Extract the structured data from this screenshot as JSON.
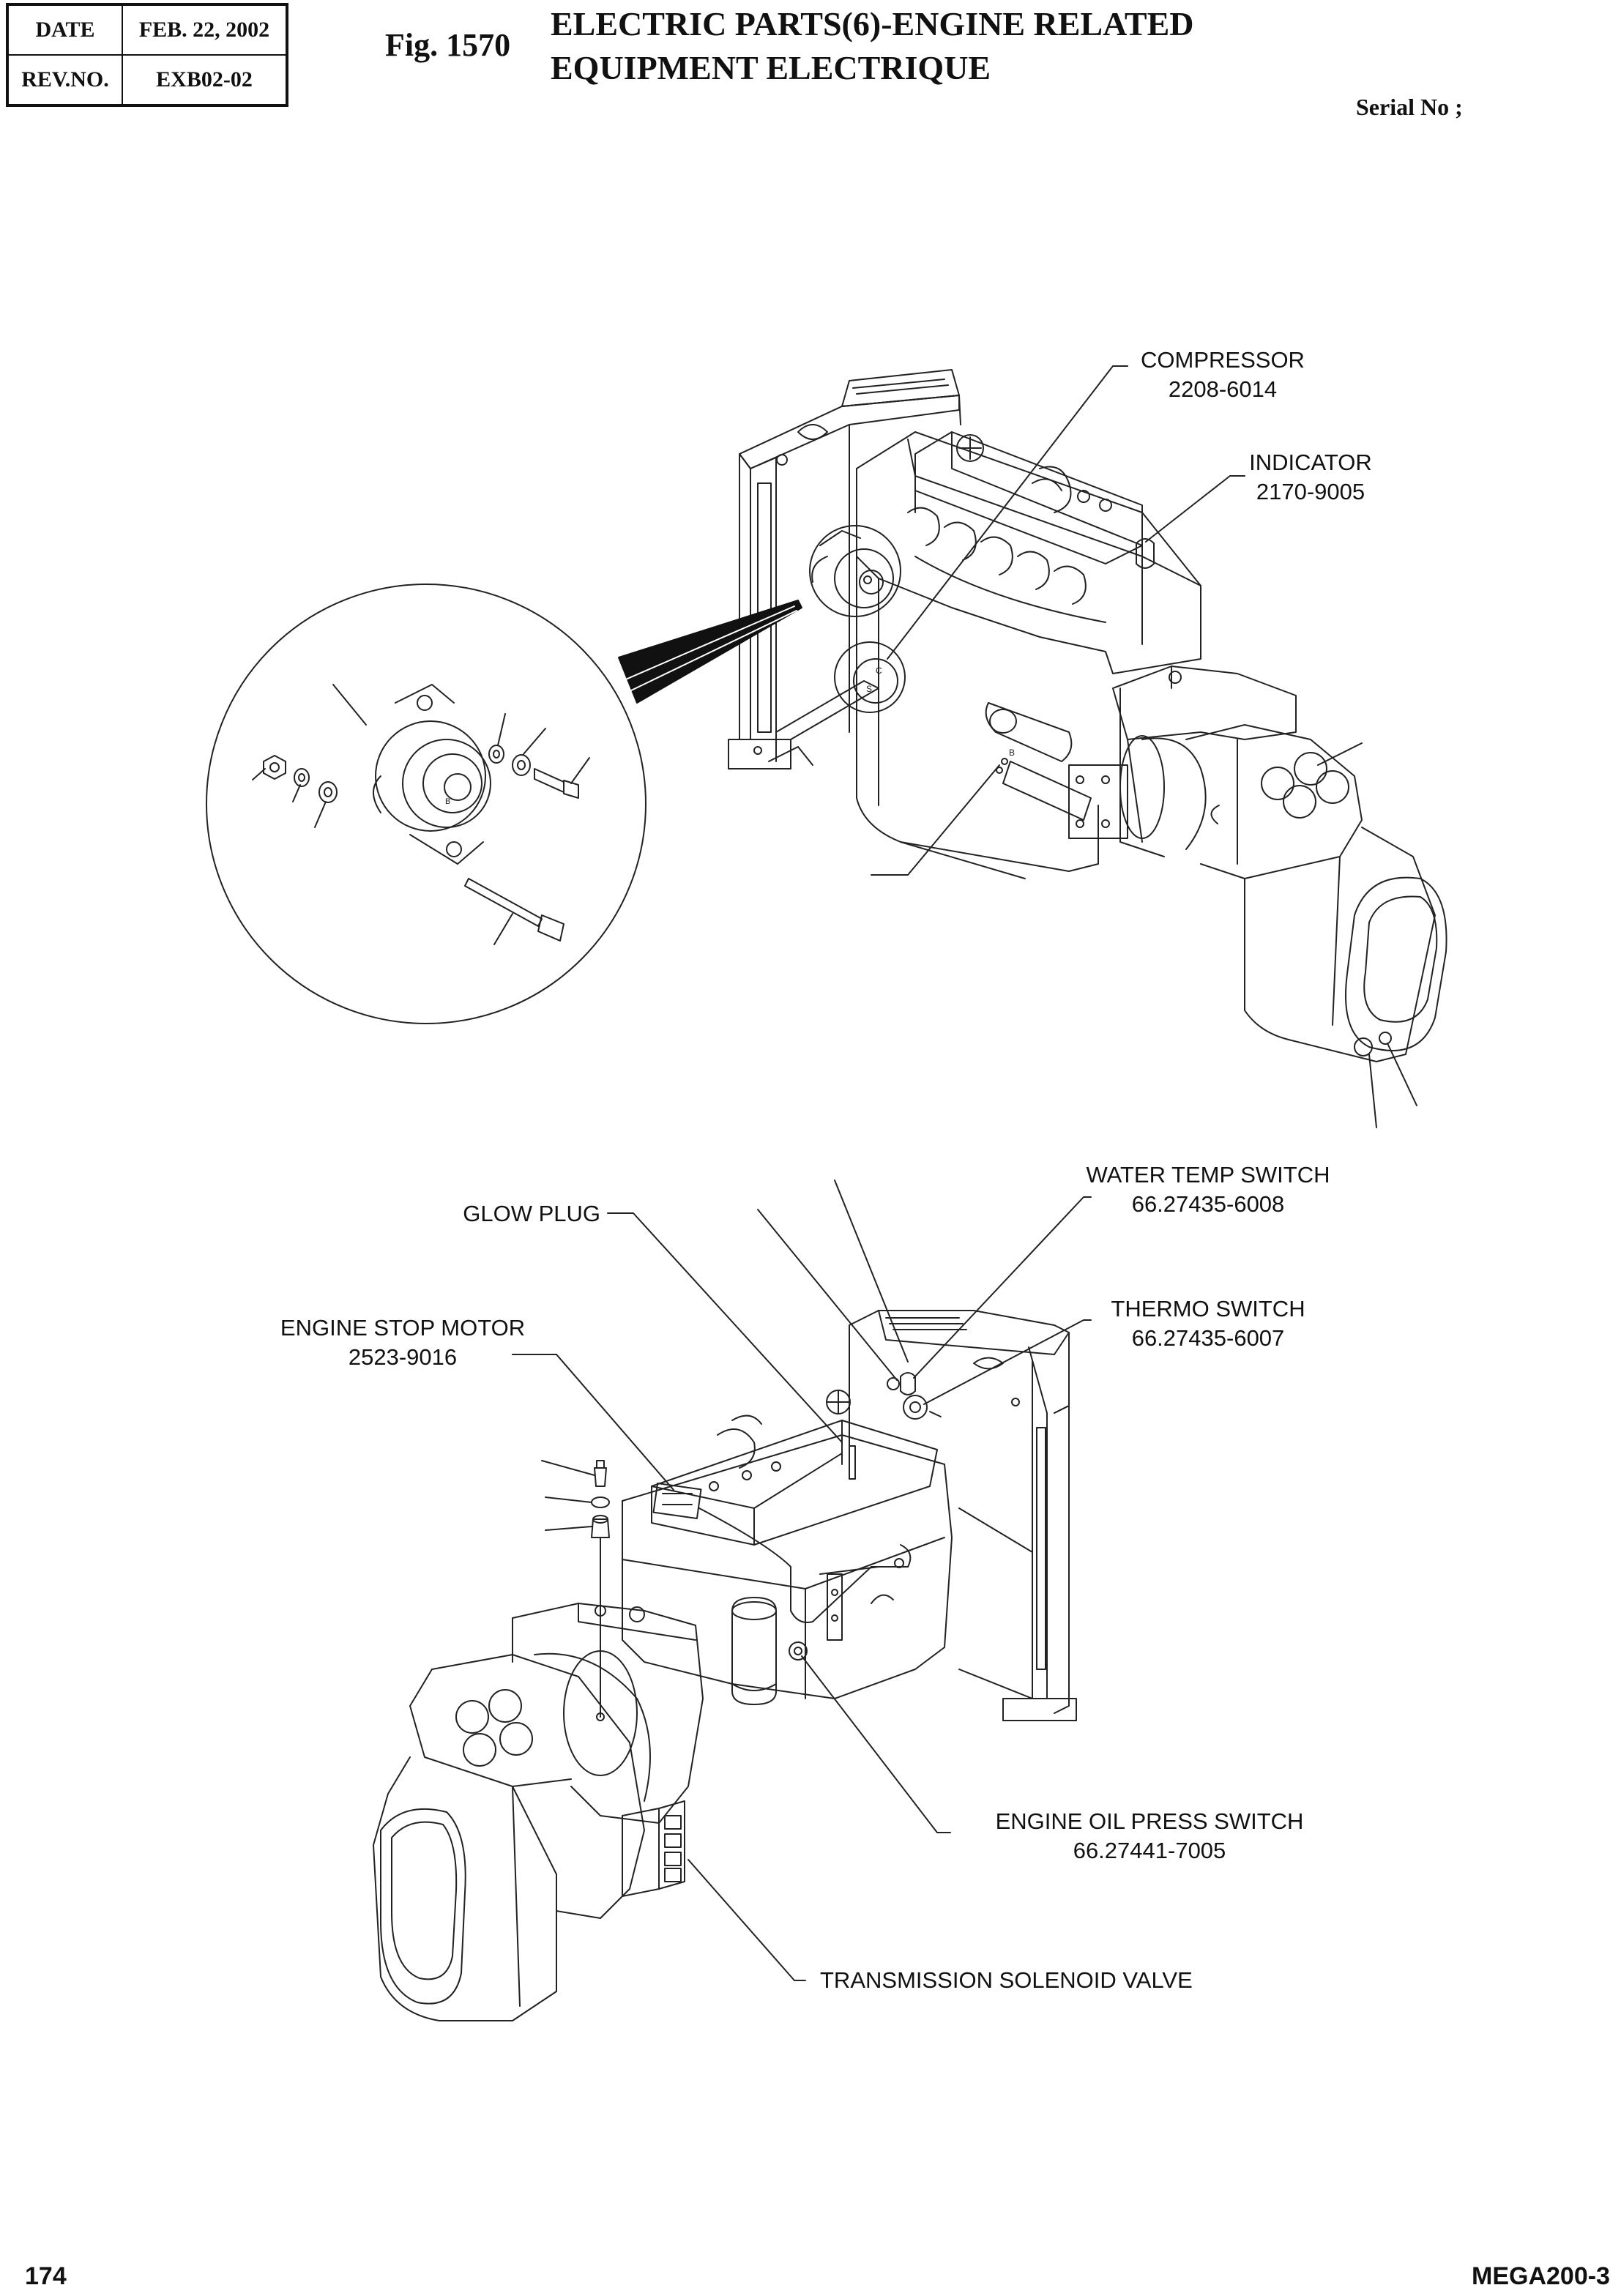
{
  "header": {
    "date_label": "DATE",
    "date_value": "FEB. 22, 2002",
    "rev_label": "REV.NO.",
    "rev_value": "EXB02-02",
    "fig_number": "Fig. 1570",
    "title_en": "ELECTRIC PARTS(6)-ENGINE RELATED",
    "title_fr": "EQUIPMENT ELECTRIQUE",
    "serial_label": "Serial No ;"
  },
  "footer": {
    "page_number": "174",
    "model": "MEGA200-3"
  },
  "parts": [
    {
      "name": "COMPRESSOR",
      "part_no": "2208-6014"
    },
    {
      "name": "INDICATOR",
      "part_no": "2170-9005"
    },
    {
      "name": "WATER TEMP SWITCH",
      "part_no": "66.27435-6008"
    },
    {
      "name": "GLOW PLUG",
      "part_no": ""
    },
    {
      "name": "THERMO SWITCH",
      "part_no": "66.27435-6007"
    },
    {
      "name": "ENGINE STOP MOTOR",
      "part_no": "2523-9016"
    },
    {
      "name": "ENGINE OIL PRESS SWITCH",
      "part_no": "66.27441-7005"
    },
    {
      "name": "TRANSMISSION SOLENOID VALVE",
      "part_no": ""
    }
  ]
}
